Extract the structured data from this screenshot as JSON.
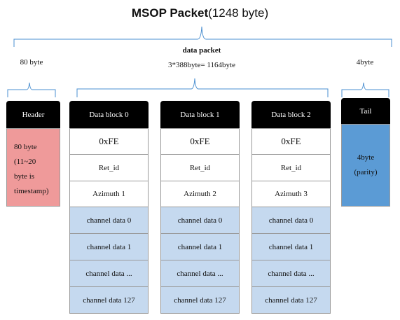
{
  "title": {
    "bold": "MSOP Packet",
    "rest": "(1248 byte)"
  },
  "labels": {
    "header_size": "80 byte",
    "data_packet": "data packet",
    "data_packet_size": "3*388byte= 1164byte",
    "tail_size": "4byte"
  },
  "header": {
    "title": "Header",
    "lines": [
      "80 byte",
      "(11~20",
      "byte is",
      "timestamp)"
    ]
  },
  "blocks": [
    {
      "title": "Data block 0",
      "flag": "0xFE",
      "ret": "Ret_id",
      "azimuth": "Azimuth 1"
    },
    {
      "title": "Data block 1",
      "flag": "0xFE",
      "ret": "Ret_id",
      "azimuth": "Azimuth 2"
    },
    {
      "title": "Data block 2",
      "flag": "0xFE",
      "ret": "Ret_id",
      "azimuth": "Azimuth 3"
    }
  ],
  "channels": [
    "channel data 0",
    "channel data 1",
    "channel data ...",
    "channel data 127"
  ],
  "tail": {
    "title": "Tail",
    "lines": [
      "4byte",
      "(parity)"
    ]
  },
  "colors": {
    "header_fill": "#ef9a9a",
    "tail_fill": "#5b9bd5",
    "channel_fill": "#c5d9ef",
    "title_bar": "#000000"
  }
}
